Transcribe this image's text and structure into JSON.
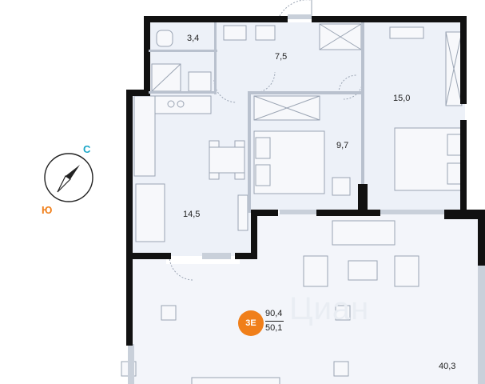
{
  "plan": {
    "rooms": [
      {
        "id": "bathroom",
        "area": "3,4"
      },
      {
        "id": "hall",
        "area": "7,5"
      },
      {
        "id": "bedroom-large",
        "area": "15,0"
      },
      {
        "id": "bedroom-small",
        "area": "9,7"
      },
      {
        "id": "kitchen-living",
        "area": "14,5"
      },
      {
        "id": "terrace",
        "area": "40,3"
      }
    ],
    "badge": {
      "label": "3E",
      "color": "#f07f1a"
    },
    "total_area": "90,4",
    "living_area": "50,1",
    "watermark": "Циан"
  },
  "compass": {
    "north_label": "С",
    "south_label": "Ю",
    "north_color": "#1ba6c7",
    "south_color": "#f07f1a",
    "needle_icon": "compass-needle-icon"
  },
  "colors": {
    "wall": "#111111",
    "room_fill": "#edf1f8",
    "terrace_fill": "#f3f5fa",
    "furniture_stroke": "#9aa4b3",
    "furniture_fill": "#f7f8fb",
    "window": "#c9d0da"
  }
}
